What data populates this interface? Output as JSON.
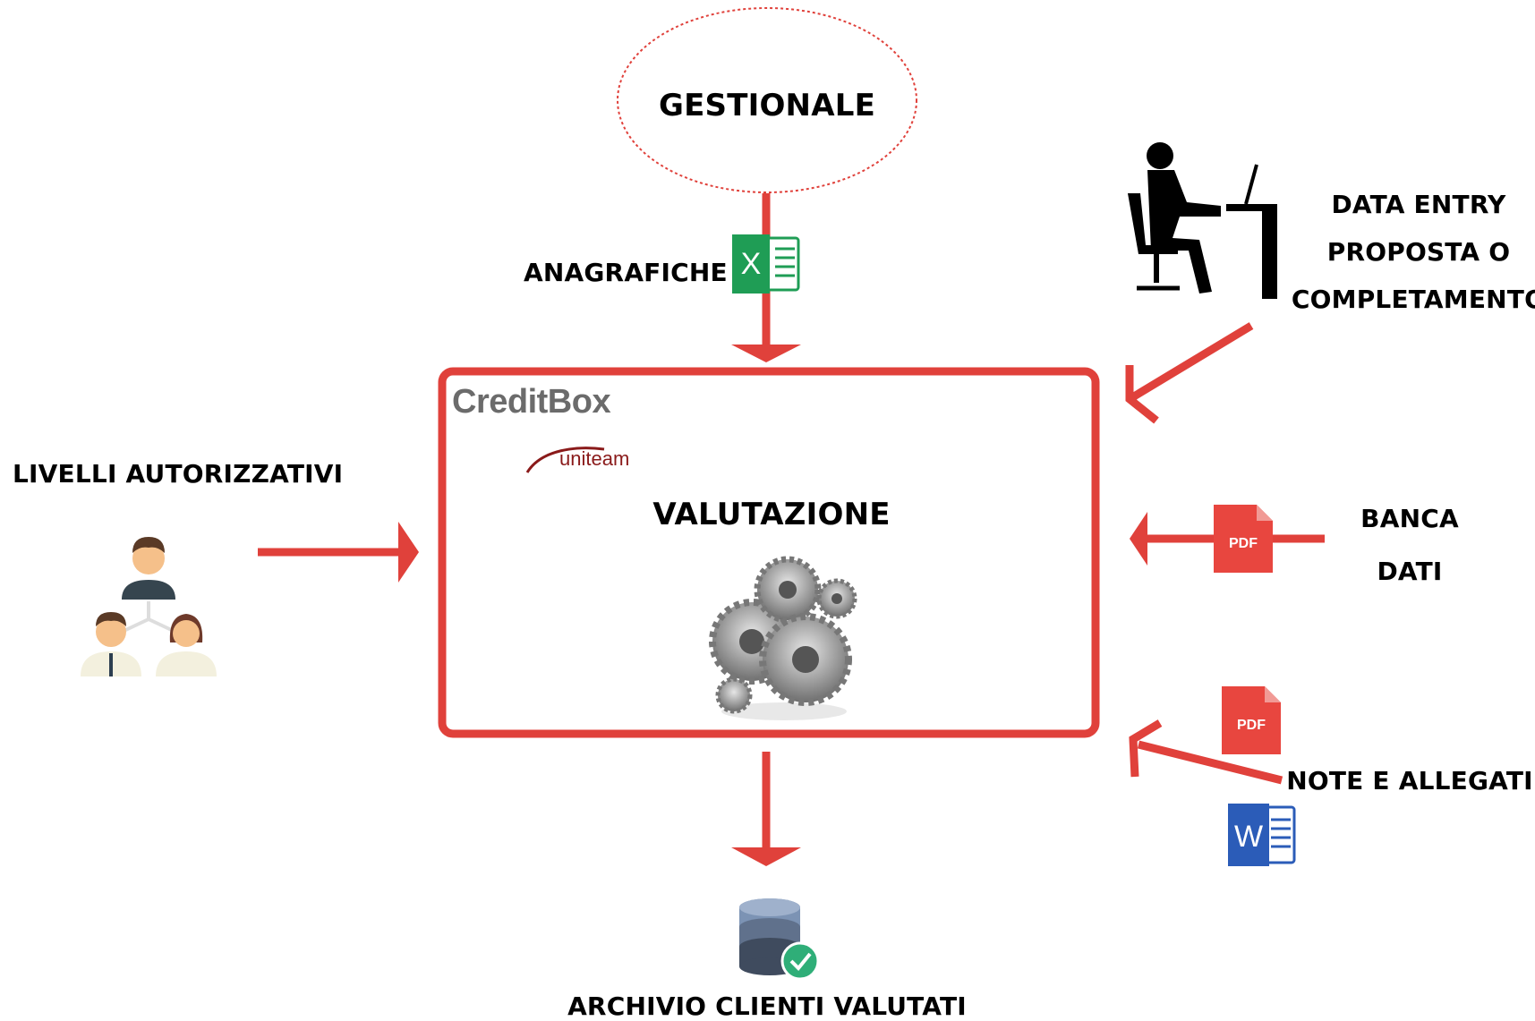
{
  "nodes": {
    "gestionale": "GESTIONALE",
    "anagrafiche": "ANAGRAFICHE",
    "data_entry": [
      "DATA ENTRY",
      "PROPOSTA O",
      "COMPLETAMENTO"
    ],
    "livelli": "LIVELLI AUTORIZZATIVI",
    "valutazione": "VALUTAZIONE",
    "banca_dati": [
      "BANCA",
      "DATI"
    ],
    "note_allegati": "NOTE E ALLEGATI",
    "archivio": "ARCHIVIO CLIENTI VALUTATI"
  },
  "brand": {
    "name": "CreditBox",
    "sub": "uniteam"
  },
  "icons": {
    "excel": "excel-file-icon",
    "pdf": "pdf-file-icon",
    "word": "word-file-icon",
    "person_at_desk": "person-at-computer-icon",
    "hierarchy": "user-hierarchy-icon",
    "gears": "gears-icon",
    "database": "database-check-icon"
  },
  "icon_labels": {
    "pdf": "PDF",
    "excel": "X",
    "word": "W"
  },
  "colors": {
    "accent": "#e0413b",
    "excel": "#1f9d55",
    "word": "#2b5cb8",
    "pdf": "#e8463f"
  }
}
